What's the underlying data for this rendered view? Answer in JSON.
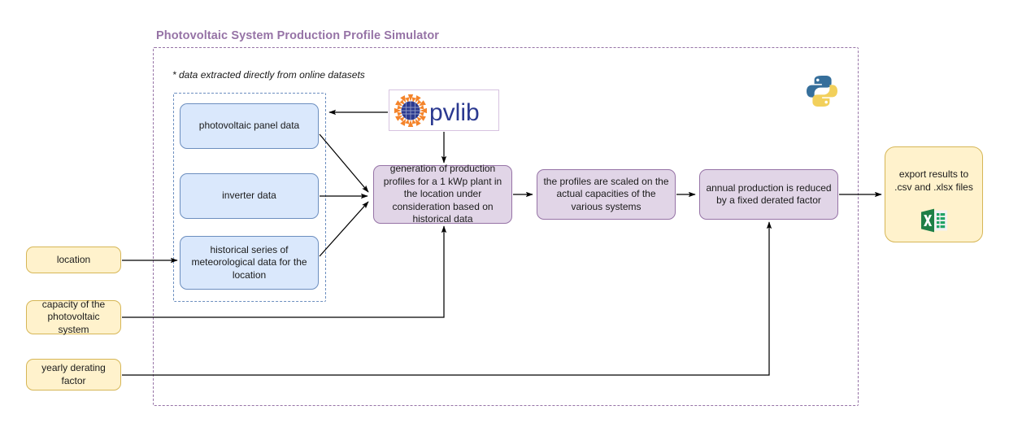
{
  "diagram": {
    "title": "Photovoltaic System Production Profile Simulator",
    "footnote": "* data extracted directly from online datasets"
  },
  "colors": {
    "title_purple": "#9673a6",
    "blue_fill": "#dae8fc",
    "blue_stroke": "#6c8ebf",
    "purple_fill": "#e1d5e7",
    "purple_stroke": "#9673a6",
    "yellow_fill": "#fff2cc",
    "yellow_stroke": "#d6b656",
    "arrow": "#000000",
    "excel_green": "#21a366",
    "python_blue": "#366f9b",
    "python_yellow": "#f2d05b",
    "pvlib_blue": "#2b3990",
    "pvlib_orange": "#f4842a"
  },
  "data_sources": {
    "group_label": "online datasets group",
    "items": [
      {
        "label": "photovoltaic panel data"
      },
      {
        "label": "inverter data"
      },
      {
        "label": "historical series of meteorological data for the location"
      }
    ]
  },
  "inputs": [
    {
      "label": "location"
    },
    {
      "label": "capacity of the photovoltaic system"
    },
    {
      "label": "yearly derating factor"
    }
  ],
  "process": [
    {
      "label": "generation of production profiles for a 1 kWp plant in the location under consideration based on historical data"
    },
    {
      "label": "the profiles are scaled on the actual capacities of the various systems"
    },
    {
      "label": "annual production is reduced by a fixed derated factor"
    }
  ],
  "output": {
    "label": "export results to .csv and .xlsx files",
    "icon": "excel-icon"
  },
  "logos": {
    "pvlib": {
      "text": "pvlib",
      "icon": "pvlib-sun-icon"
    },
    "python": {
      "icon": "python-logo-icon"
    }
  }
}
